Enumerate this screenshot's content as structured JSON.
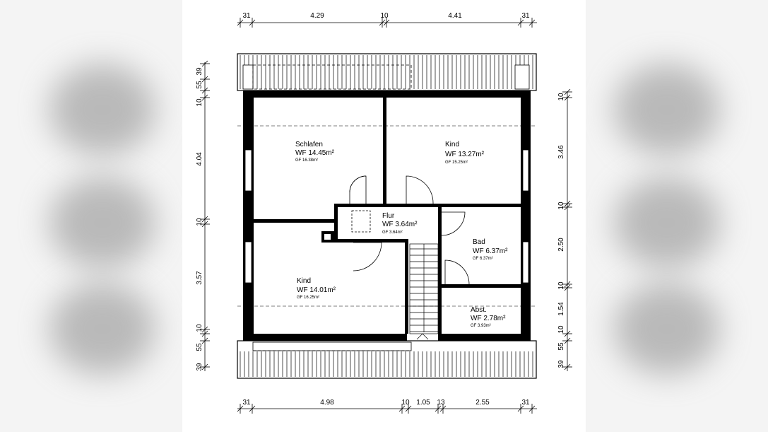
{
  "plan": {
    "dims_top": [
      "31",
      "4.29",
      "10",
      "4.41",
      "31"
    ],
    "dims_bottom": [
      "31",
      "4.98",
      "10",
      "1.05",
      "13",
      "2.55",
      "31"
    ],
    "dims_left": [
      "39",
      "55",
      "10",
      "4.04",
      "10",
      "3.57",
      "10",
      "55",
      "39"
    ],
    "dims_right": [
      "10",
      "3.46",
      "10",
      "2.50",
      "10",
      "1.54",
      "10",
      "55",
      "39"
    ],
    "rooms": {
      "schlafen": {
        "name": "Schlafen",
        "wf": "WF 14.45m²",
        "gf": "GF 16.38m²"
      },
      "kind_top": {
        "name": "Kind",
        "wf": "WF 13.27m²",
        "gf": "GF 15.25m²"
      },
      "flur": {
        "name": "Flur",
        "wf": "WF 3.64m²",
        "gf": "GF 3.64m²"
      },
      "bad": {
        "name": "Bad",
        "wf": "WF 6.37m²",
        "gf": "GF 6.37m²"
      },
      "kind_bottom": {
        "name": "Kind",
        "wf": "WF 14.01m²",
        "gf": "GF 16.25m²"
      },
      "abst": {
        "name": "Abst.",
        "wf": "WF 2.78m²",
        "gf": "GF 3.93m²"
      }
    }
  }
}
